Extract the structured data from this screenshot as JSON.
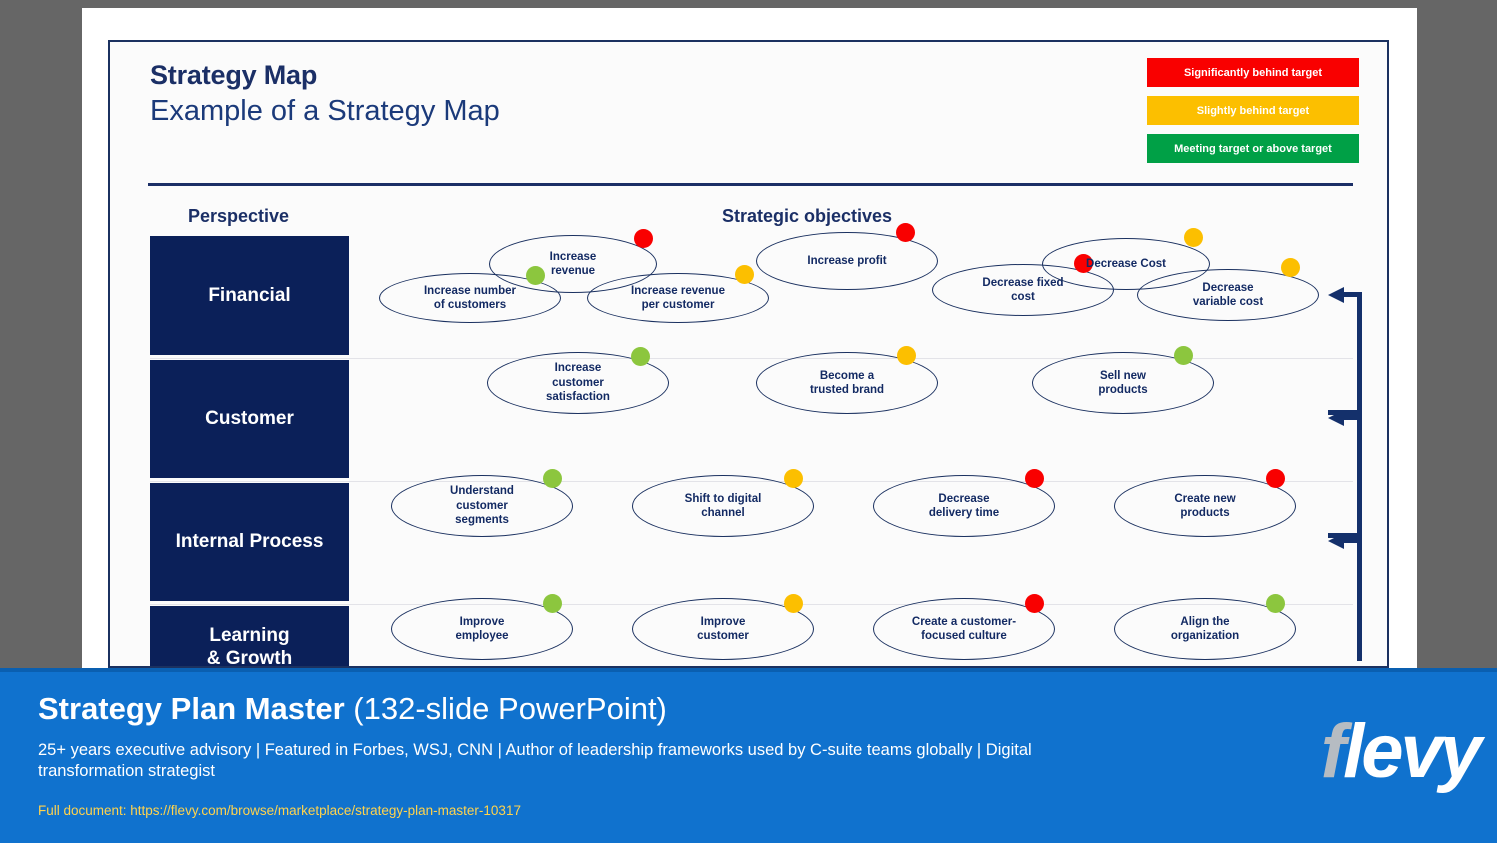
{
  "slide": {
    "title_main": "Strategy Map",
    "title_sub": "Example of a Strategy Map",
    "col_header_perspective": "Perspective",
    "col_header_objectives": "Strategic objectives"
  },
  "legend": {
    "items": [
      {
        "label": "Significantly behind target",
        "color": "#f90000"
      },
      {
        "label": "Slightly behind target",
        "color": "#fcbf00"
      },
      {
        "label": "Meeting target or above target",
        "color": "#00a046"
      }
    ]
  },
  "status_colors": {
    "red": "#f90000",
    "amber": "#fcbf00",
    "green": "#8cc63e"
  },
  "perspectives": [
    {
      "label": "Financial"
    },
    {
      "label": "Customer"
    },
    {
      "label": "Internal Process"
    },
    {
      "label": "Learning\n& Growth"
    }
  ],
  "objectives": [
    {
      "text": "Increase\nrevenue",
      "perspective": "Financial",
      "status": "red"
    },
    {
      "text": "Increase number\nof customers",
      "perspective": "Financial",
      "status": "green"
    },
    {
      "text": "Increase revenue\nper customer",
      "perspective": "Financial",
      "status": "amber"
    },
    {
      "text": "Increase profit",
      "perspective": "Financial",
      "status": "red"
    },
    {
      "text": "Decrease fixed\ncost",
      "perspective": "Financial",
      "status": "red"
    },
    {
      "text": "Decrease Cost",
      "perspective": "Financial",
      "status": "amber"
    },
    {
      "text": "Decrease\nvariable cost",
      "perspective": "Financial",
      "status": "amber"
    },
    {
      "text": "Increase\ncustomer\nsatisfaction",
      "perspective": "Customer",
      "status": "green"
    },
    {
      "text": "Become a\ntrusted brand",
      "perspective": "Customer",
      "status": "amber"
    },
    {
      "text": "Sell new\nproducts",
      "perspective": "Customer",
      "status": "green"
    },
    {
      "text": "Understand\ncustomer\nsegments",
      "perspective": "Internal Process",
      "status": "green"
    },
    {
      "text": "Shift to digital\nchannel",
      "perspective": "Internal Process",
      "status": "amber"
    },
    {
      "text": "Decrease\ndelivery time",
      "perspective": "Internal Process",
      "status": "red"
    },
    {
      "text": "Create new\nproducts",
      "perspective": "Internal Process",
      "status": "red"
    },
    {
      "text": "Improve\nemployee",
      "perspective": "Learning & Growth",
      "status": "green"
    },
    {
      "text": "Improve\ncustomer",
      "perspective": "Learning & Growth",
      "status": "amber"
    },
    {
      "text": "Create a customer-\nfocused culture",
      "perspective": "Learning & Growth",
      "status": "red"
    },
    {
      "text": "Align the\norganization",
      "perspective": "Learning & Growth",
      "status": "green"
    }
  ],
  "banner": {
    "title_strong": "Strategy Plan Master",
    "title_light": "(132-slide PowerPoint)",
    "description": "25+ years executive advisory | Featured in Forbes, WSJ, CNN | Author of leadership frameworks used by C-suite teams globally | Digital transformation strategist",
    "url": "Full document: https://flevy.com/browse/marketplace/strategy-plan-master-10317",
    "logo_f": "f",
    "logo_rest": "levy"
  }
}
